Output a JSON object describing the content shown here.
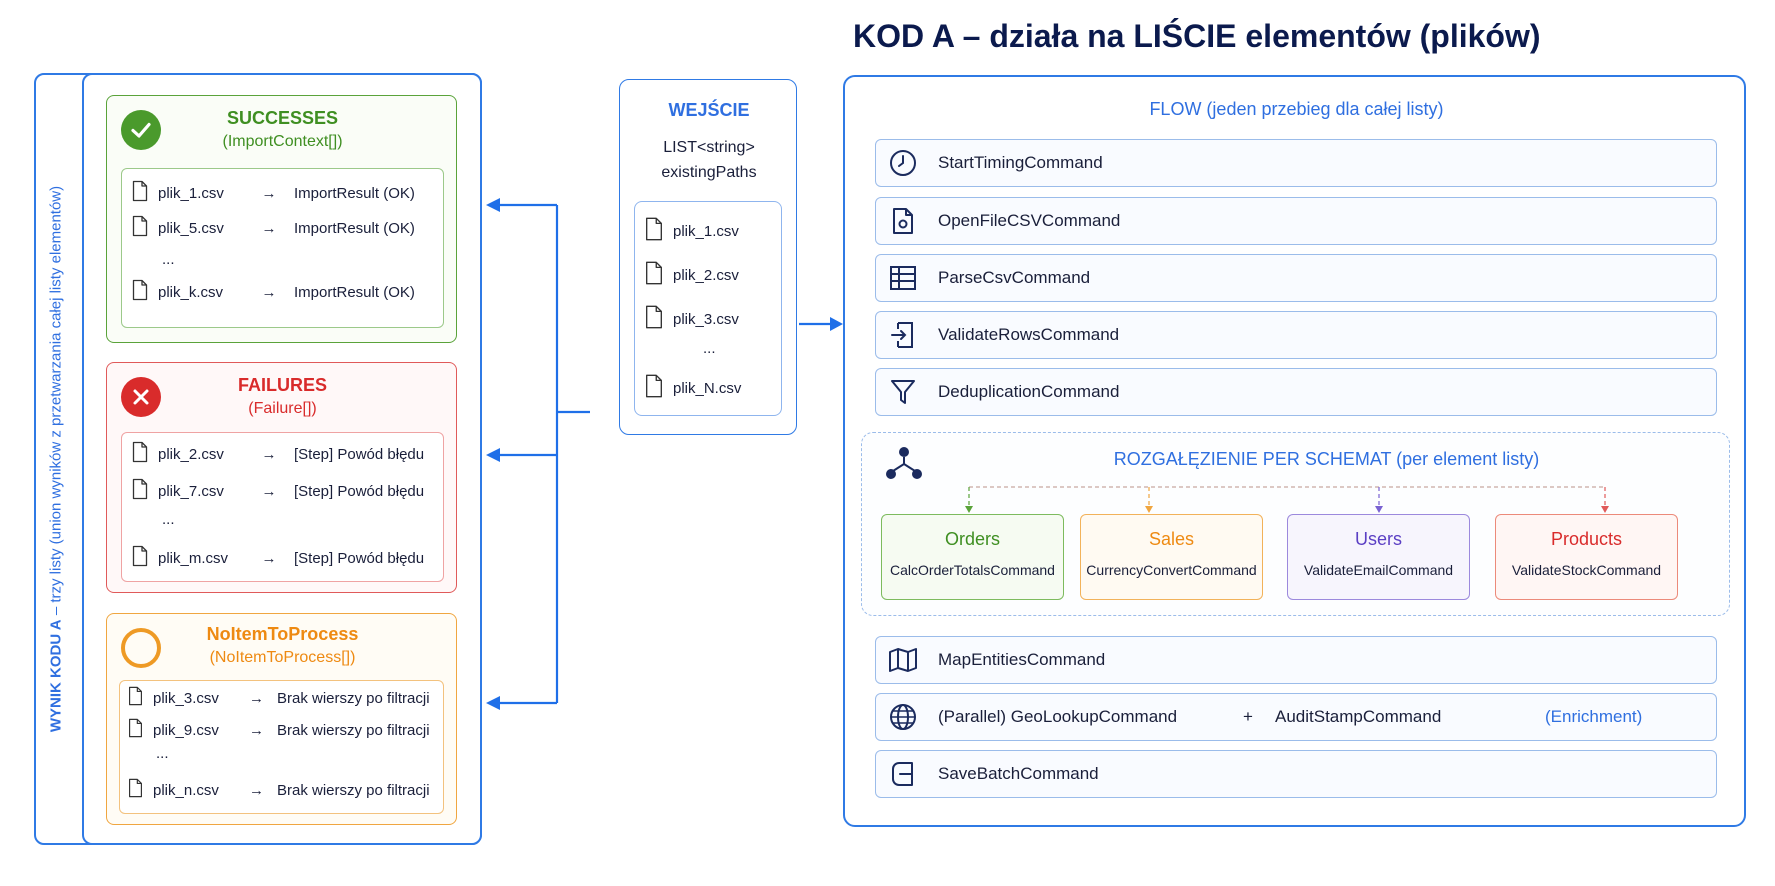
{
  "title": "KOD A – działa na LIŚCIE elementów (plików)",
  "result_panel": {
    "vertical_label_bold": "WYNIK KODU A",
    "vertical_label_rest": " – trzy listy (union wyników z przetwarzania całej listy elementów)",
    "successes": {
      "title": "SUCCESSES",
      "subtitle": "(ImportContext[])",
      "color": "#3f8f22",
      "rows": [
        {
          "file": "plik_1.csv",
          "arrow": "→",
          "result": "ImportResult (OK)"
        },
        {
          "file": "plik_5.csv",
          "arrow": "→",
          "result": "ImportResult (OK)"
        },
        {
          "file": "plik_k.csv",
          "arrow": "→",
          "result": "ImportResult (OK)"
        }
      ],
      "ellipsis": "..."
    },
    "failures": {
      "title": "FAILURES",
      "subtitle": "(Failure[])",
      "color": "#d92b2b",
      "rows": [
        {
          "file": "plik_2.csv",
          "arrow": "→",
          "result": "[Step] Powód błędu"
        },
        {
          "file": "plik_7.csv",
          "arrow": "→",
          "result": "[Step] Powód błędu"
        },
        {
          "file": "plik_m.csv",
          "arrow": "→",
          "result": "[Step] Powód błędu"
        }
      ],
      "ellipsis": "..."
    },
    "noitem": {
      "title": "NoItemToProcess",
      "subtitle": "(NoItemToProcess[])",
      "color": "#ee8a12",
      "rows": [
        {
          "file": "plik_3.csv",
          "arrow": "→",
          "result": "Brak wierszy po filtracji"
        },
        {
          "file": "plik_9.csv",
          "arrow": "→",
          "result": "Brak wierszy po filtracji"
        },
        {
          "file": "plik_n.csv",
          "arrow": "→",
          "result": "Brak wierszy po filtracji"
        }
      ],
      "ellipsis": "..."
    }
  },
  "input": {
    "title": "WEJŚCIE",
    "type_line": "LIST<string>",
    "name_line": "existingPaths",
    "files": [
      "plik_1.csv",
      "plik_2.csv",
      "plik_3.csv",
      "plik_N.csv"
    ],
    "ellipsis": "..."
  },
  "flow": {
    "title": "FLOW (jeden przebieg dla całej listy)",
    "commands_before": [
      {
        "label": "StartTimingCommand",
        "icon": "clock-icon"
      },
      {
        "label": "OpenFileCSVCommand",
        "icon": "file-open-icon"
      },
      {
        "label": "ParseCsvCommand",
        "icon": "table-icon"
      },
      {
        "label": "ValidateRowsCommand",
        "icon": "validate-icon"
      },
      {
        "label": "DeduplicationCommand",
        "icon": "filter-icon"
      }
    ],
    "branch": {
      "title": "ROZGAŁĘZIENIE PER SCHEMAT (per element listy)",
      "icon": "branch-icon",
      "schemas": [
        {
          "name": "Orders",
          "command": "CalcOrderTotalsCommand",
          "color": "#3f8f22",
          "border": "#7dbb5e",
          "bg": "#f6fbf2"
        },
        {
          "name": "Sales",
          "command": "CurrencyConvertCommand",
          "color": "#ee8a12",
          "border": "#f2b25a",
          "bg": "#fffaf2"
        },
        {
          "name": "Users",
          "command": "ValidateEmailCommand",
          "color": "#5b3fc4",
          "border": "#9c89dd",
          "bg": "#f7f5fd"
        },
        {
          "name": "Products",
          "command": "ValidateStockCommand",
          "color": "#d92b2b",
          "border": "#ec8a7a",
          "bg": "#fff6f4"
        }
      ]
    },
    "commands_after": [
      {
        "label": "MapEntitiesCommand",
        "icon": "map-icon"
      },
      {
        "label": "(Parallel) GeoLookupCommand",
        "plus": "+",
        "extra": "AuditStampCommand",
        "tag": "(Enrichment)",
        "icon": "globe-icon"
      },
      {
        "label": "SaveBatchCommand",
        "icon": "save-icon"
      }
    ]
  },
  "colors": {
    "accent": "#2f7ae5",
    "title_dark": "#0b1a4d"
  }
}
